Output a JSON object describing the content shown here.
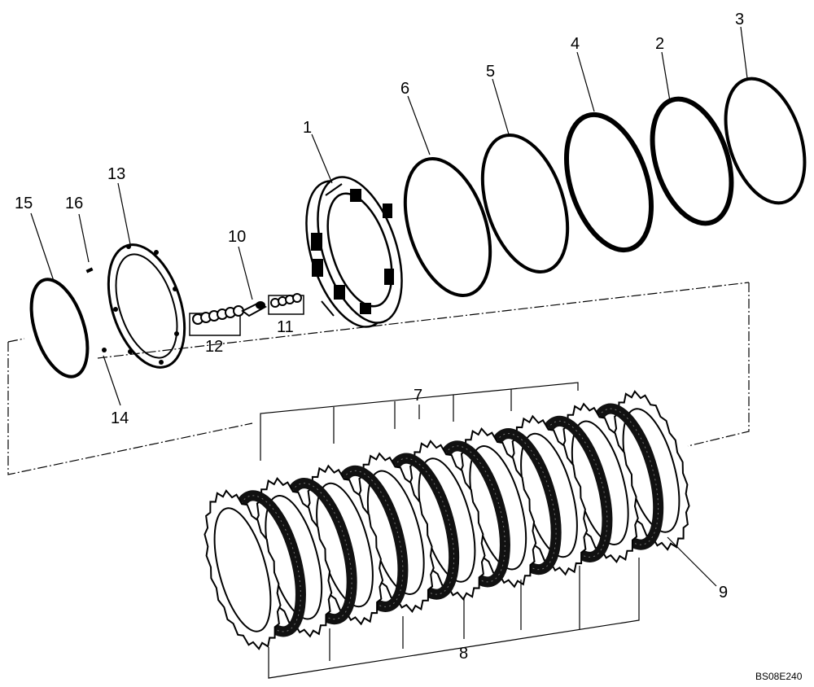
{
  "diagram": {
    "reference_code": "BS08E240",
    "callouts": [
      {
        "id": "c1",
        "text": "1"
      },
      {
        "id": "c2",
        "text": "2"
      },
      {
        "id": "c3",
        "text": "3"
      },
      {
        "id": "c4",
        "text": "4"
      },
      {
        "id": "c5",
        "text": "5"
      },
      {
        "id": "c6",
        "text": "6"
      },
      {
        "id": "c7",
        "text": "7"
      },
      {
        "id": "c8",
        "text": "8"
      },
      {
        "id": "c9",
        "text": "9"
      },
      {
        "id": "c10",
        "text": "10"
      },
      {
        "id": "c11",
        "text": "11"
      },
      {
        "id": "c12",
        "text": "12"
      },
      {
        "id": "c13",
        "text": "13"
      },
      {
        "id": "c14",
        "text": "14"
      },
      {
        "id": "c15",
        "text": "15"
      },
      {
        "id": "c16",
        "text": "16"
      }
    ]
  }
}
